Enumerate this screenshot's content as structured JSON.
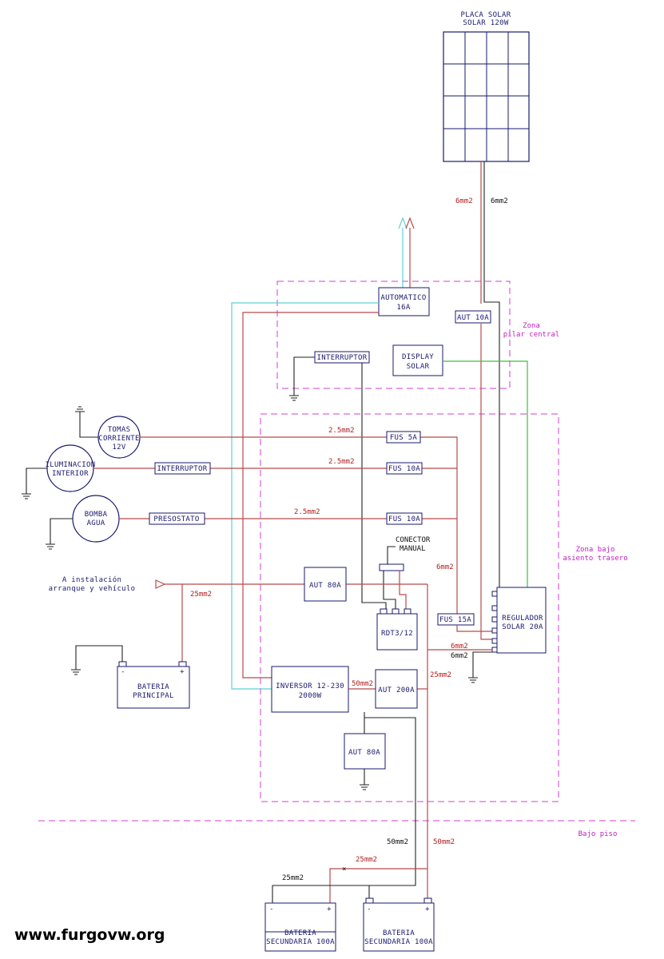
{
  "solar_panel": {
    "line1": "PLACA SOLAR",
    "line2": "SOLAR 120W"
  },
  "cables": {
    "panel_red": "6mm2",
    "panel_black": "6mm2",
    "tomas": "2.5mm2",
    "iluminacion": "2.5mm2",
    "bomba": "2.5mm2",
    "regulador_in": "6mm2",
    "arranque": "25mm2",
    "inversor_aut": "50mm2",
    "reg_red": "6mm2",
    "reg_black": "6mm2",
    "main_25": "25mm2",
    "under_50_black": "50mm2",
    "under_50_red": "50mm2",
    "under_25_red": "25mm2",
    "under_25_black": "25mm2"
  },
  "components": {
    "automatico": {
      "line1": "AUTOMATICO",
      "line2": "16A"
    },
    "aut10": "AUT 10A",
    "interruptor_top": "INTERRUPTOR",
    "display": {
      "line1": "DISPLAY",
      "line2": "SOLAR"
    },
    "fus5": "FUS 5A",
    "fus10a": "FUS 10A",
    "fus10b": "FUS 10A",
    "fus15": "FUS 15A",
    "interruptor_ilum": "INTERRUPTOR",
    "presostato": "PRESOSTATO",
    "conector": {
      "line1": "CONECTOR",
      "line2": "MANUAL"
    },
    "aut80_top": "AUT 80A",
    "rdt": "RDT3/12",
    "regulador": {
      "line1": "REGULADOR",
      "line2": "SOLAR 20A"
    },
    "inversor": {
      "line1": "INVERSOR 12-230",
      "line2": "2000W"
    },
    "aut200": "AUT 200A",
    "aut80_bottom": "AUT 80A",
    "bateria_principal": {
      "line1": "BATERIA",
      "line2": "PRINCIPAL"
    },
    "bateria_sec1": {
      "line1": "BATERIA",
      "line2": "SECUNDARIA 100A"
    },
    "bateria_sec2": {
      "line1": "BATERIA",
      "line2": "SECUNDARIA 100A"
    }
  },
  "loads": {
    "tomas": {
      "line1": "TOMAS",
      "line2": "CORRIENTE",
      "line3": "12V"
    },
    "iluminacion": {
      "line1": "ILUMINACION",
      "line2": "INTERIOR"
    },
    "bomba": {
      "line1": "BOMBA",
      "line2": "AGUA"
    }
  },
  "arranque": {
    "line1": "A instalación",
    "line2": "arranque y vehículo"
  },
  "zones": {
    "pilar": {
      "line1": "Zona",
      "line2": "pilar central"
    },
    "asiento": {
      "line1": "Zona bajo",
      "line2": "asiento trasero"
    },
    "bajo_piso": "Bajo piso"
  },
  "terminals": {
    "minus": "-",
    "plus": "+"
  },
  "watermark": "www.furgovw.org",
  "colors": {
    "wire_positive": "#b84a4a",
    "wire_negative": "#222222",
    "wire_ac": "#5fd0d8",
    "wire_display": "#3fbf3f",
    "zone": "#d040d0"
  }
}
